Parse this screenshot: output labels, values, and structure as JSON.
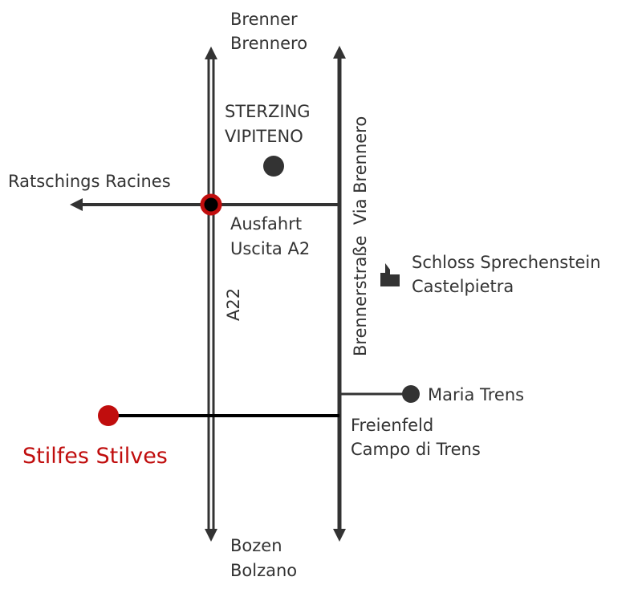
{
  "labels": {
    "brenner_de": "Brenner",
    "brenner_it": "Brennero",
    "sterzing_de": "STERZING",
    "sterzing_it": "VIPITENO",
    "ratschings": "Ratschings Racines",
    "exit_de": "Ausfahrt",
    "exit_it": "Uscita A2",
    "motorway": "A22",
    "road": "Brennerstraße  Via Brennero",
    "castle_de": "Schloss Sprechenstein",
    "castle_it": "Castelpietra",
    "maria_trens": "Maria Trens",
    "freienfeld": "Freienfeld",
    "campo": "Campo di Trens",
    "stilfes": "Stilfes Stilves",
    "bozen": "Bozen",
    "bolzano": "Bolzano"
  },
  "colors": {
    "road": "#333333",
    "accent": "#c00d0d"
  }
}
